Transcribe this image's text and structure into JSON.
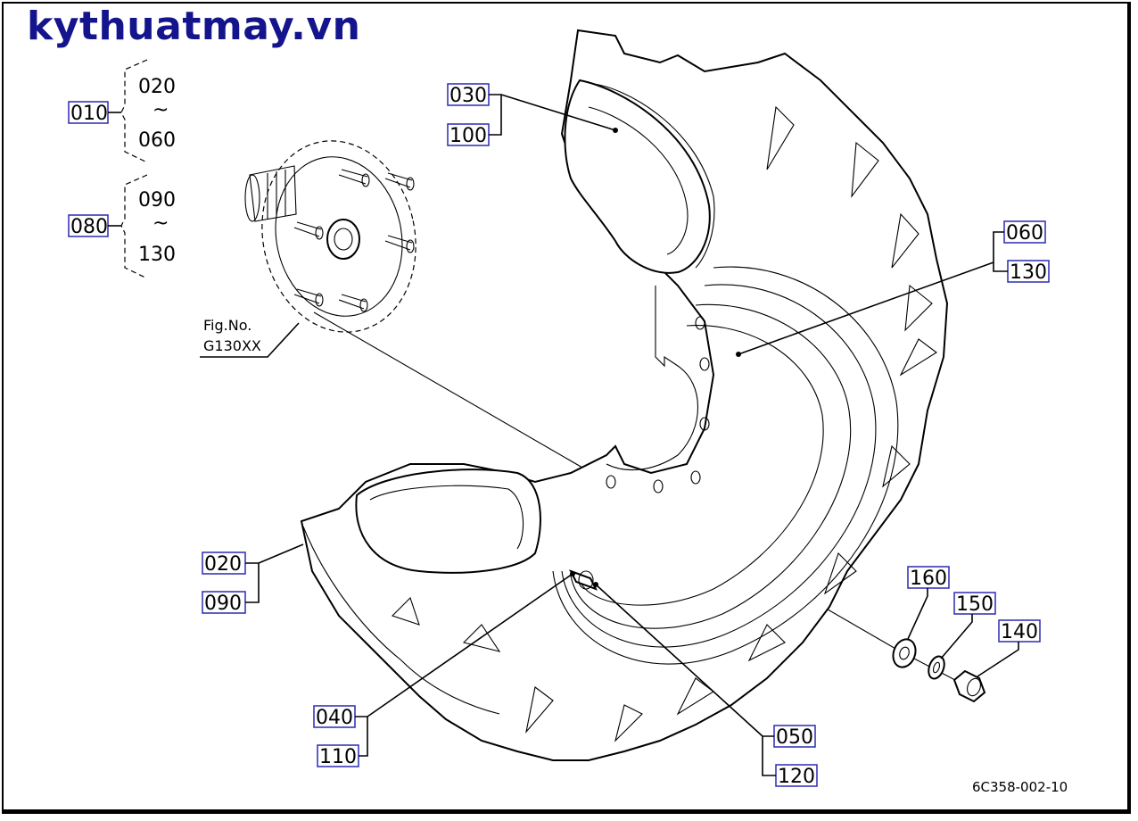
{
  "brand": "kythuatmay.vn",
  "drawing_number": "6C358-002-10",
  "figure_ref": {
    "line1": "Fig.No.",
    "line2": "G130XX"
  },
  "groups": [
    {
      "label": "010",
      "from": "020",
      "tilde": "~",
      "to": "060"
    },
    {
      "label": "080",
      "from": "090",
      "tilde": "~",
      "to": "130"
    }
  ],
  "callouts": {
    "c030": "030",
    "c100": "100",
    "c060": "060",
    "c130": "130",
    "c020": "020",
    "c090": "090",
    "c040": "040",
    "c110": "110",
    "c050": "050",
    "c120": "120",
    "c160": "160",
    "c150": "150",
    "c140": "140"
  }
}
